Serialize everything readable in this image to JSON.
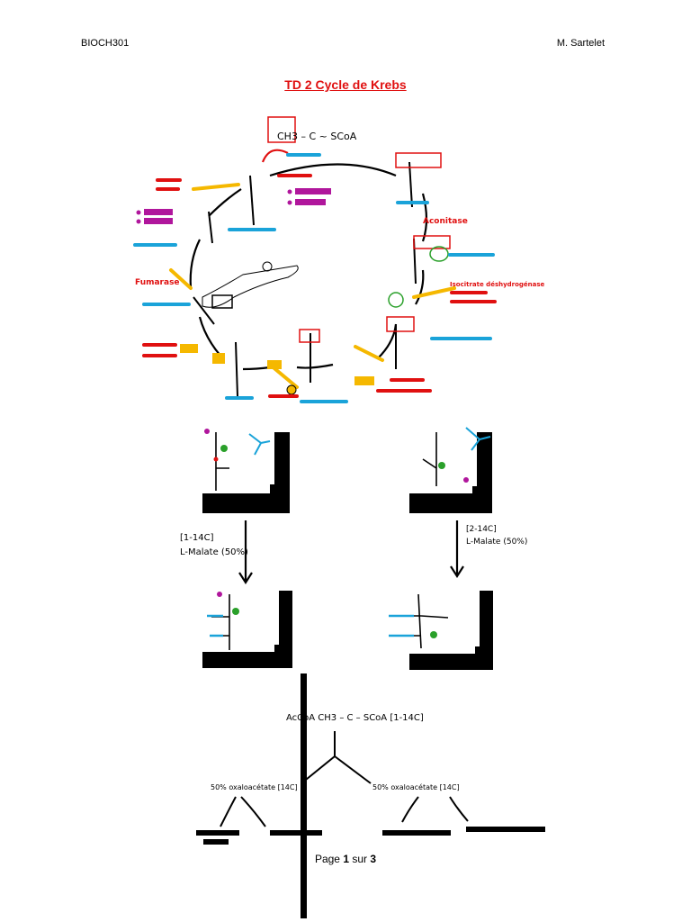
{
  "header": {
    "left": "BIOCH301",
    "right": "M. Sartelet"
  },
  "title": "TD 2 Cycle de Krebs",
  "cycle": {
    "acetyl": "CH3 – C ~ SCoA",
    "enzymes": [
      "Aconitase",
      "Isocitrate déshydrogénase",
      "Fumarase"
    ]
  },
  "panels": {
    "left_label": [
      "[1-14C]",
      "L-Malate (50%)"
    ],
    "right_label": [
      "[2-14C]",
      "L-Malate (50%)"
    ]
  },
  "scheme": {
    "top": "AcCoA  CH3 – C – SCoA  [1-14C]",
    "left_branch": "50% oxaloacétate [14C]",
    "right_branch": "50% oxaloacétate [14C]"
  },
  "footer": {
    "page_word": "Page",
    "page": "1",
    "of_word": "sur",
    "total": "3"
  },
  "colors": {
    "title": "#e01010",
    "red": "#e01010",
    "blue": "#1aa3d9",
    "magenta": "#b0169c",
    "yellow": "#f5b800",
    "green": "#2aa02a"
  }
}
